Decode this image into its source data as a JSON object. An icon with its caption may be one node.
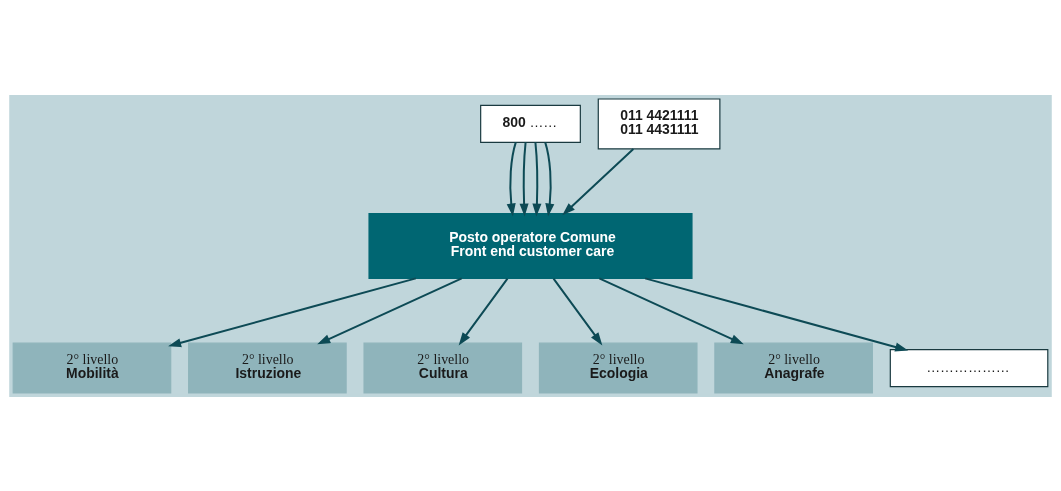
{
  "diagram": {
    "nodes": [
      {
        "text": [
          "**800** ……"
        ]
      },
      {
        "text": [
          "011 4421111",
          "011 4431111"
        ]
      },
      {
        "text": [
          "Posto operatore Comune",
          "Front end customer care"
        ]
      },
      {
        "text": [
          "2° livello",
          "Mobilità"
        ]
      },
      {
        "text": [
          "2° livello",
          "Istruzione"
        ]
      },
      {
        "text": [
          "2° livello",
          "Cultura"
        ]
      },
      {
        "text": [
          "2° livello",
          "Ecologia"
        ]
      },
      {
        "text": [
          "2° livello",
          "Anagrafe"
        ]
      },
      {
        "text": [
          "………………"
        ]
      }
    ],
    "edges": [
      {
        "from": 0,
        "to": 2,
        "arrow": "to"
      },
      {
        "from": 0,
        "to": 2,
        "arrow": "to"
      },
      {
        "from": 0,
        "to": 2,
        "arrow": "to"
      },
      {
        "from": 0,
        "to": 2,
        "arrow": "to"
      },
      {
        "from": 1,
        "to": 2,
        "arrow": "to"
      },
      {
        "from": 2,
        "to": 3,
        "arrow": "to"
      },
      {
        "from": 2,
        "to": 4,
        "arrow": "to"
      },
      {
        "from": 2,
        "to": 5,
        "arrow": "to"
      },
      {
        "from": 2,
        "to": 6,
        "arrow": "to"
      },
      {
        "from": 2,
        "to": 7,
        "arrow": "to"
      },
      {
        "from": 2,
        "to": 8,
        "arrow": "to"
      }
    ]
  }
}
